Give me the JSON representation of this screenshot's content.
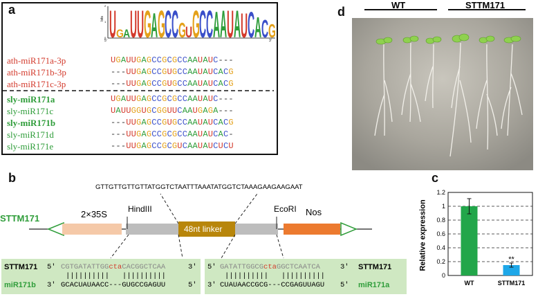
{
  "panels": {
    "a": "a",
    "b": "b",
    "c": "c",
    "d": "d"
  },
  "panel_a": {
    "logo_axis_label": "bits",
    "logo_axis_ticks": [
      "2",
      "1",
      "0"
    ],
    "logo_end_5": "5'",
    "logo_end_3": "3'",
    "logo_letters": [
      "U",
      "G",
      "A",
      "U",
      "U",
      "G",
      "A",
      "G",
      "C",
      "C",
      "G",
      "U",
      "G",
      "C",
      "C",
      "A",
      "A",
      "U",
      "A",
      "U",
      "C",
      "A",
      "C",
      "G"
    ],
    "sequences": [
      {
        "name": "ath-miR171a-3p",
        "seq": "UGAUUGAGCCGCGCCAAUAUC---",
        "name_color": "#d33a2c",
        "bold": false
      },
      {
        "name": "ath-miR171b-3p",
        "seq": "---UUGAGCCGUGCCAAUAUCACG",
        "name_color": "#d33a2c",
        "bold": false
      },
      {
        "name": "ath-miR171c-3p",
        "seq": "---UUGAGCCGUGCCAAUAUCACG",
        "name_color": "#d33a2c",
        "bold": false
      },
      {
        "name": "sly-miR171a",
        "seq": "UGAUUGAGCCGCGCCAAUAUC---",
        "name_color": "#2f9d3a",
        "bold": true
      },
      {
        "name": "sly-miR171c",
        "seq": "UAUUGGUGCGGUUCAAUGAGA---",
        "name_color": "#2f9d3a",
        "bold": false
      },
      {
        "name": "sly-miR171b",
        "seq": "---UUGAGCCGUGCCAAUAUCACG",
        "name_color": "#2f9d3a",
        "bold": true
      },
      {
        "name": "sly-miR171d",
        "seq": "---UUGAGCCGCGCCAAUAUCAC-",
        "name_color": "#2f9d3a",
        "bold": false
      },
      {
        "name": "sly-miR171e",
        "seq": "---UUGAGCCGCGUCAAUAUCUCU",
        "name_color": "#2f9d3a",
        "bold": false
      }
    ]
  },
  "panel_b": {
    "linker_seq": "GTTGTTGTTGTTATGGTCTAATTTAAATATGGTCTAAAGAAGAAGAAT",
    "construct_name": "STTM171",
    "promoter": "2×35S",
    "site_left": "HindIII",
    "site_right": "EcoRI",
    "linker_label": "48nt linker",
    "terminator": "Nos",
    "left_box": {
      "top_label": "STTM171",
      "top_5": "5'",
      "top_seq_a": "CGTGATATTGG",
      "top_seq_red": "cta",
      "top_seq_b": "CACGGCTCAA",
      "top_3": "3'",
      "pairs": "||||||||||   ||||||||||",
      "bottom_label": "miR171b",
      "bottom_3": "3'",
      "bottom_seq": "GCACUAUAACC---GUGCCGAGUU",
      "bottom_5": "5'"
    },
    "right_box": {
      "top_5": "5'",
      "top_seq_a": "GATATTGGCG",
      "top_seq_red": "cta",
      "top_seq_b": "GGCTCAATCA",
      "top_3": "3'",
      "top_label": "STTM171",
      "pairs": "||||||||||   ||||||||||",
      "bottom_3": "3'",
      "bottom_seq": "CUAUAACCGCG---CCGAGUUAGU",
      "bottom_5": "5'",
      "bottom_label": "miR171a"
    }
  },
  "chart_data": {
    "type": "bar",
    "categories": [
      "WT",
      "STTM171"
    ],
    "values": [
      1.0,
      0.15
    ],
    "errors": [
      0.11,
      0.03
    ],
    "colors": [
      "#22a64a",
      "#1ea7e8"
    ],
    "annotations": [
      "",
      "**"
    ],
    "ylabel": "Relative expression",
    "ylim": [
      0,
      1.2
    ],
    "yticks": [
      "0",
      "0.2",
      "0.4",
      "0.6",
      "0.8",
      "1",
      "1.2"
    ],
    "grid": "dashed horizontal"
  },
  "panel_d": {
    "label_wt": "WT",
    "label_sttm": "STTM171"
  }
}
